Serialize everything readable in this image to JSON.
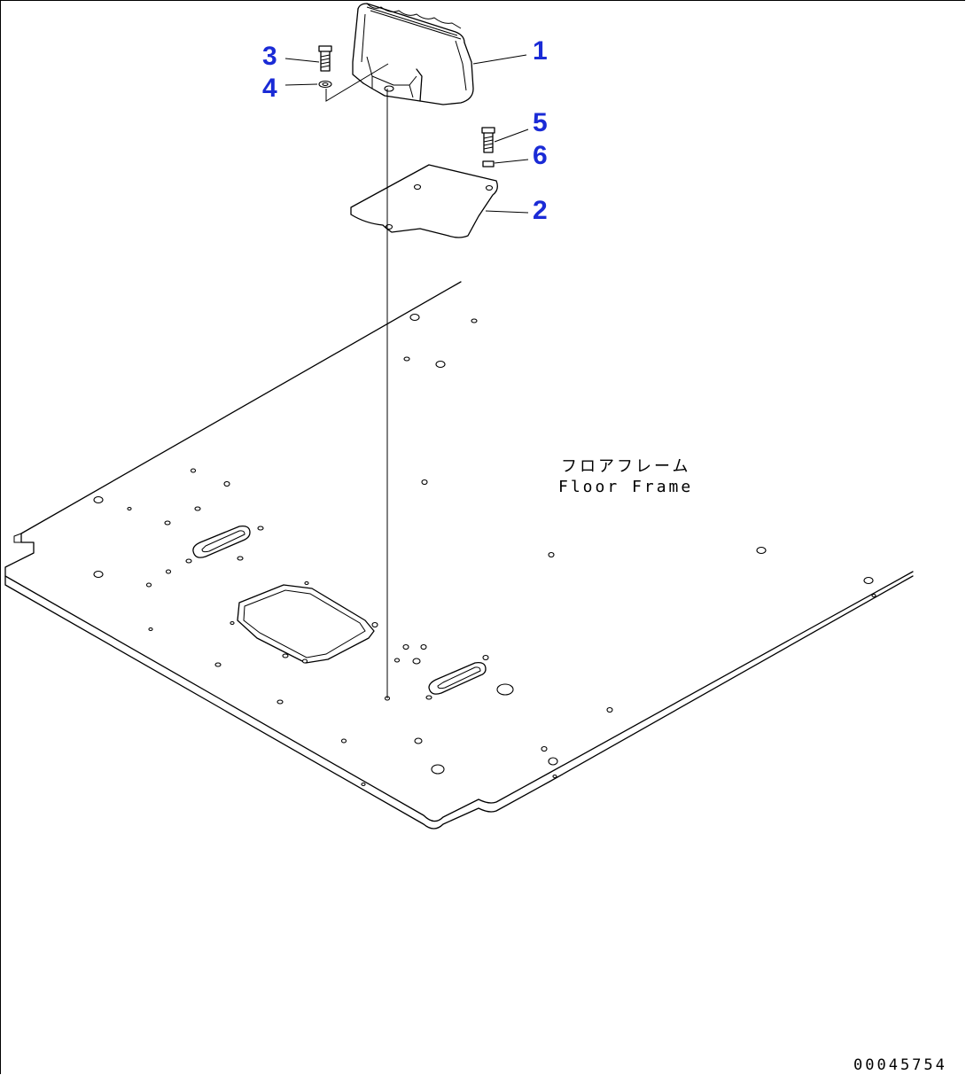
{
  "diagram": {
    "callouts": [
      {
        "id": "1",
        "label": "1"
      },
      {
        "id": "2",
        "label": "2"
      },
      {
        "id": "3",
        "label": "3"
      },
      {
        "id": "4",
        "label": "4"
      },
      {
        "id": "5",
        "label": "5"
      },
      {
        "id": "6",
        "label": "6"
      }
    ],
    "frame_label_jp": "フロアフレーム",
    "frame_label_en": "Floor Frame",
    "drawing_number": "00045754",
    "callout_color": "#1a2bd6"
  }
}
